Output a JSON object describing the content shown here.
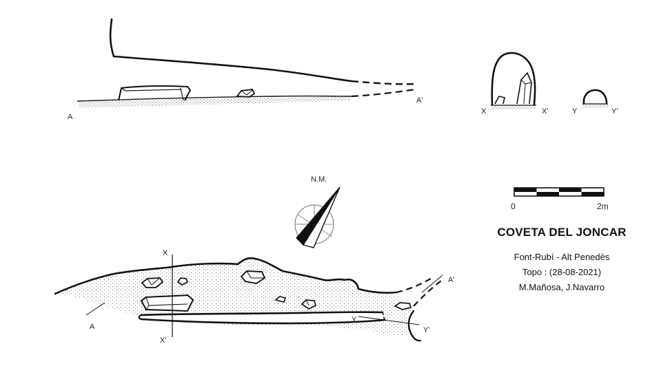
{
  "legend": {
    "title": "COVETA DEL JONCAR",
    "location": "Font-Rubí - Alt Penedès",
    "date": "Topo : (28-08-2021)",
    "authors": "M.Mañosa, J.Navarro"
  },
  "scale": {
    "start": "0",
    "end": "2m"
  },
  "north": {
    "label": "N.M."
  },
  "profile": {
    "start": "A",
    "end": "A'"
  },
  "sections": {
    "x_start": "X",
    "x_end": "X'",
    "y_start": "Y",
    "y_end": "Y'"
  },
  "plan": {
    "a": "A",
    "a_prime": "A'",
    "x": "X",
    "x_prime": "X'",
    "y": "Y",
    "y_prime": "Y'"
  }
}
